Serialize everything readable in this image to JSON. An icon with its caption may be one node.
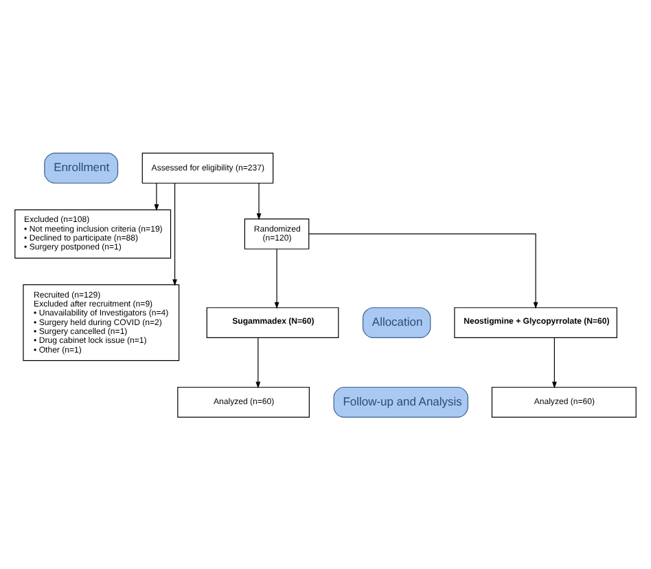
{
  "diagram": {
    "nodes": [
      {
        "text": [
          "Enrollment"
        ]
      },
      {
        "text": [
          "Assessed for eligibility (n=237)"
        ]
      },
      {
        "text": [
          "Excluded (n=108)",
          "• Not meeting inclusion criteria (n=19)",
          "• Declined to participate (n=88)",
          "• Surgery postponed (n=1)"
        ]
      },
      {
        "text": [
          "Recruited (n=129)",
          "Excluded after recruitment (n=9)",
          "• Unavailability of Investigators (n=4)",
          "• Surgery held during COVID (n=2)",
          "• Surgery cancelled (n=1)",
          "• Drug cabinet lock issue (n=1)",
          "• Other (n=1)"
        ]
      },
      {
        "text": [
          "Randomized",
          "(n=120)"
        ]
      },
      {
        "text": [
          "Allocation"
        ]
      },
      {
        "text": [
          "Sugammadex (N=60)"
        ]
      },
      {
        "text": [
          "Neostigmine + Glycopyrrolate (N=60)"
        ]
      },
      {
        "text": [
          "Follow-up and Analysis"
        ]
      },
      {
        "text": [
          "Analyzed (n=60)"
        ]
      },
      {
        "text": [
          "Analyzed (n=60)"
        ]
      }
    ],
    "edges": [
      {
        "from": 1,
        "to": 2,
        "arrow": "to"
      },
      {
        "from": 1,
        "to": 3,
        "arrow": "to"
      },
      {
        "from": 1,
        "to": 4,
        "arrow": "to"
      },
      {
        "from": 4,
        "to": 6,
        "arrow": "to"
      },
      {
        "from": 4,
        "to": 7,
        "arrow": "to"
      },
      {
        "from": 6,
        "to": 9,
        "arrow": "to"
      },
      {
        "from": 7,
        "to": 10,
        "arrow": "to"
      }
    ]
  }
}
